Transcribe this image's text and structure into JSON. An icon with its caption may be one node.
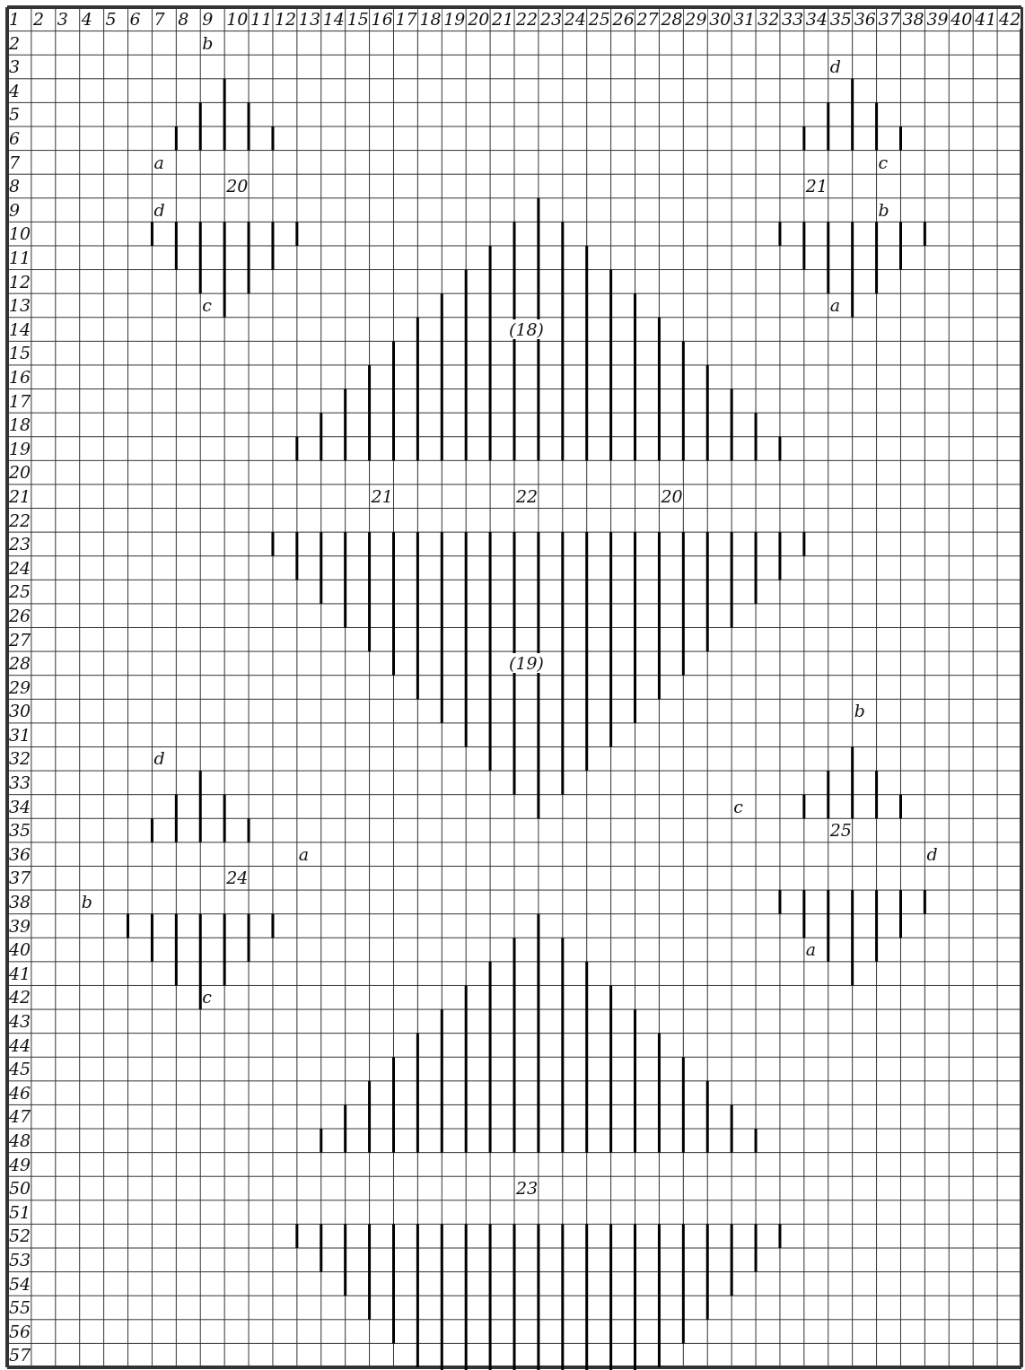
{
  "diagram": {
    "labels": [
      "1",
      "2",
      "3",
      "4",
      "5",
      "6",
      "7",
      "8",
      "9",
      "10",
      "11",
      "12",
      "13",
      "14",
      "15",
      "16",
      "17",
      "18",
      "19",
      "20",
      "21",
      "22",
      "23",
      "24",
      "25",
      "26",
      "27",
      "28",
      "29",
      "30",
      "31",
      "32",
      "33",
      "34",
      "35",
      "36",
      "37",
      "38",
      "39",
      "40",
      "41",
      "42",
      "2",
      "b",
      "3",
      "d",
      "4",
      "5",
      "6",
      "7",
      "a",
      "c",
      "8",
      "20",
      "21",
      "9",
      "d",
      "b",
      "10",
      "11",
      "12",
      "13",
      "c",
      "a",
      "14",
      "(18)",
      "15",
      "16",
      "17",
      "18",
      "19",
      "20",
      "21",
      "21",
      "22",
      "20",
      "22",
      "23",
      "24",
      "25",
      "26",
      "27",
      "28",
      "(19)",
      "29",
      "30",
      "b",
      "31",
      "32",
      "d",
      "33",
      "34",
      "c",
      "35",
      "25",
      "36",
      "a",
      "d",
      "37",
      "24",
      "38",
      "b",
      "39",
      "40",
      "a",
      "41",
      "42",
      "c",
      "43",
      "44",
      "45",
      "46",
      "47",
      "48",
      "49",
      "50",
      "23",
      "51",
      "52",
      "53",
      "54",
      "55",
      "56",
      "57"
    ]
  }
}
